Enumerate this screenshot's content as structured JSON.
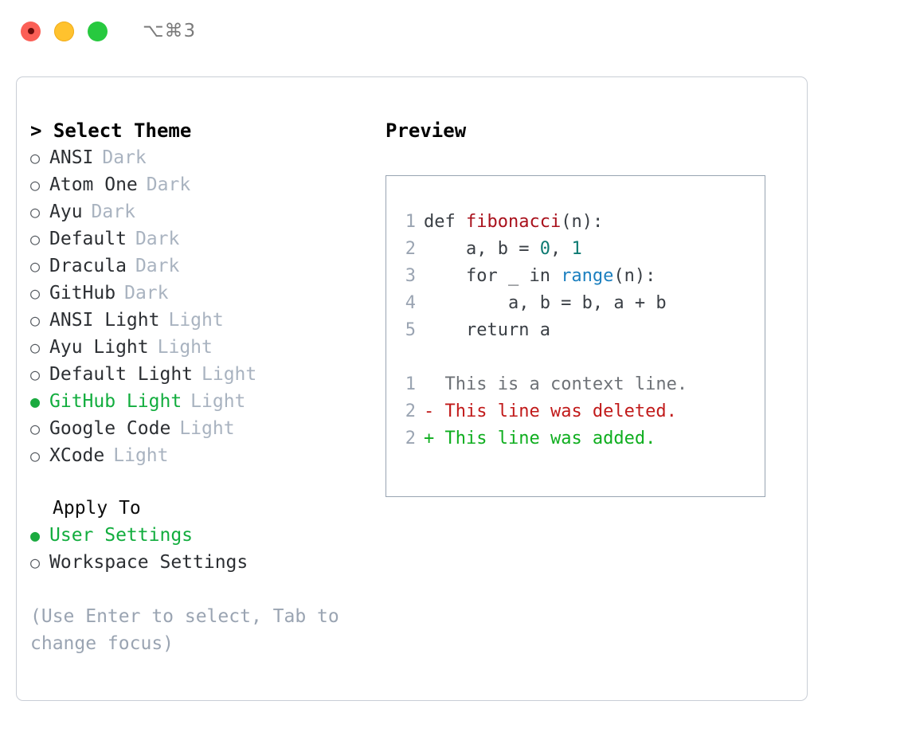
{
  "titlebar": {
    "shortcut": "⌥⌘3",
    "lights": [
      "close-red",
      "minimize-yellow",
      "maximize-green"
    ]
  },
  "left": {
    "section_title": "> Select Theme",
    "themes": [
      {
        "bullet": "○",
        "name": "ANSI",
        "badge": "Dark",
        "selected": false
      },
      {
        "bullet": "○",
        "name": "Atom One",
        "badge": "Dark",
        "selected": false
      },
      {
        "bullet": "○",
        "name": "Ayu",
        "badge": "Dark",
        "selected": false
      },
      {
        "bullet": "○",
        "name": "Default",
        "badge": "Dark",
        "selected": false
      },
      {
        "bullet": "○",
        "name": "Dracula",
        "badge": "Dark",
        "selected": false
      },
      {
        "bullet": "○",
        "name": "GitHub",
        "badge": "Dark",
        "selected": false
      },
      {
        "bullet": "○",
        "name": "ANSI Light",
        "badge": "Light",
        "selected": false
      },
      {
        "bullet": "○",
        "name": "Ayu Light",
        "badge": "Light",
        "selected": false
      },
      {
        "bullet": "○",
        "name": "Default Light",
        "badge": "Light",
        "selected": false
      },
      {
        "bullet": "●",
        "name": "GitHub Light",
        "badge": "Light",
        "selected": true
      },
      {
        "bullet": "○",
        "name": "Google Code",
        "badge": "Light",
        "selected": false
      },
      {
        "bullet": "○",
        "name": "XCode",
        "badge": "Light",
        "selected": false
      }
    ],
    "apply_to_title": "Apply To",
    "apply_options": [
      {
        "bullet": "●",
        "name": "User Settings",
        "selected": true
      },
      {
        "bullet": "○",
        "name": "Workspace Settings",
        "selected": false
      }
    ],
    "hint": "(Use Enter to select, Tab to change focus)"
  },
  "right": {
    "preview_title": "Preview",
    "code_lines": [
      {
        "no": "1",
        "parts": [
          {
            "t": "def ",
            "c": "plain"
          },
          {
            "t": "fibonacci",
            "c": "fn"
          },
          {
            "t": "(n):",
            "c": "plain"
          }
        ]
      },
      {
        "no": "2",
        "parts": [
          {
            "t": "    a, b = ",
            "c": "plain"
          },
          {
            "t": "0",
            "c": "num"
          },
          {
            "t": ", ",
            "c": "plain"
          },
          {
            "t": "1",
            "c": "num"
          }
        ]
      },
      {
        "no": "3",
        "parts": [
          {
            "t": "    for _ in ",
            "c": "plain"
          },
          {
            "t": "range",
            "c": "call"
          },
          {
            "t": "(n):",
            "c": "plain"
          }
        ]
      },
      {
        "no": "4",
        "parts": [
          {
            "t": "        a, b = b, a + b",
            "c": "plain"
          }
        ]
      },
      {
        "no": "5",
        "parts": [
          {
            "t": "    return a",
            "c": "plain"
          }
        ]
      }
    ],
    "diff_lines": [
      {
        "no": "1",
        "marker": "  ",
        "text": "This is a context line.",
        "kind": "ctx"
      },
      {
        "no": "2",
        "marker": "- ",
        "text": "This line was deleted.",
        "kind": "del"
      },
      {
        "no": "2",
        "marker": "+ ",
        "text": "This line was added.",
        "kind": "add"
      }
    ]
  },
  "colors": {
    "accent_green": "#12ad3e",
    "badge_gray": "#a9b3c0",
    "hint_gray": "#9aa4b2",
    "panel_border": "#c9ced6",
    "preview_border": "#98a4b2",
    "syntax_function": "#a9111c",
    "syntax_number": "#0d7a72",
    "syntax_call": "#1b7fbf",
    "diff_deleted": "#c11a1a",
    "diff_added": "#0fae1f"
  }
}
